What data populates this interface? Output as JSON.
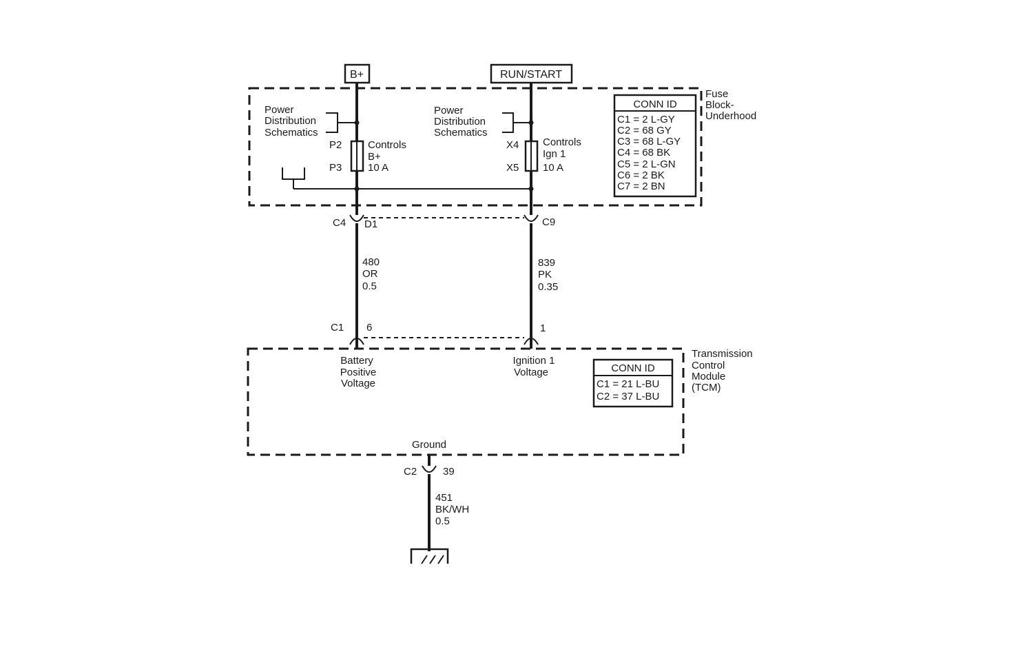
{
  "supplies": {
    "bplus": "B+",
    "runstart": "RUN/START"
  },
  "fuse_block": {
    "title_line1": "Fuse",
    "title_line2": "Block-",
    "title_line3": "Underhood",
    "pds_left": [
      "Power",
      "Distribution",
      "Schematics"
    ],
    "pds_right": [
      "Power",
      "Distribution",
      "Schematics"
    ],
    "fuse_left": {
      "pin_top": "P2",
      "pin_bottom": "P3",
      "name_line1": "Controls",
      "name_line2": "B+",
      "rating": "10 A"
    },
    "fuse_right": {
      "pin_top": "X4",
      "pin_bottom": "X5",
      "name_line1": "Controls",
      "name_line2": "Ign 1",
      "rating": "10 A"
    },
    "conn_id": {
      "header": "CONN ID",
      "rows": [
        "C1 = 2 L-GY",
        "C2 = 68 GY",
        "C3 = 68 L-GY",
        "C4 = 68 BK",
        "C5 = 2 L-GN",
        "C6 = 2 BK",
        "C7 = 2 BN"
      ]
    }
  },
  "connectors": {
    "left_top_conn": "C4",
    "left_top_pin": "D1",
    "right_top_conn": "C9",
    "left_bottom_conn": "C1",
    "left_bottom_pin": "6",
    "right_bottom_pin": "1",
    "ground_conn": "C2",
    "ground_pin": "39"
  },
  "wires": {
    "left": {
      "circuit": "480",
      "color": "OR",
      "gauge": "0.5"
    },
    "right": {
      "circuit": "839",
      "color": "PK",
      "gauge": "0.35"
    },
    "ground": {
      "circuit": "451",
      "color": "BK/WH",
      "gauge": "0.5"
    }
  },
  "tcm": {
    "title": [
      "Transmission",
      "Control",
      "Module",
      "(TCM)"
    ],
    "pin_battery": [
      "Battery",
      "Positive",
      "Voltage"
    ],
    "pin_ignition": [
      "Ignition 1",
      "Voltage"
    ],
    "pin_ground": "Ground",
    "conn_id": {
      "header": "CONN ID",
      "rows": [
        "C1 = 21 L-BU",
        "C2 = 37 L-BU"
      ]
    }
  }
}
